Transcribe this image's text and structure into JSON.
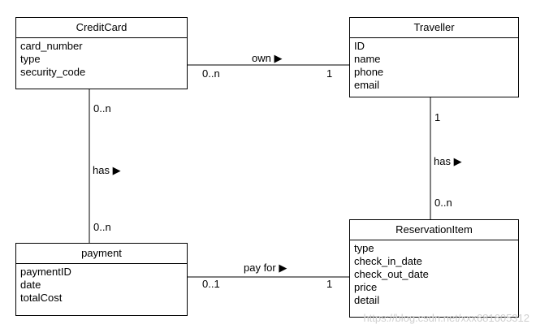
{
  "entities": {
    "creditcard": {
      "title": "CreditCard",
      "attributes": [
        "card_number",
        "type",
        "security_code"
      ]
    },
    "traveller": {
      "title": "Traveller",
      "attributes": [
        "ID",
        "name",
        "phone",
        "email"
      ]
    },
    "payment": {
      "title": "payment",
      "attributes": [
        "paymentID",
        "date",
        "totalCost"
      ]
    },
    "reservationitem": {
      "title": "ReservationItem",
      "attributes": [
        "type",
        "check_in_date",
        "check_out_date",
        "price",
        "detail"
      ]
    }
  },
  "relations": {
    "own": {
      "label": "own ▶",
      "left_mult": "0..n",
      "right_mult": "1"
    },
    "has_card": {
      "label": "has ▶",
      "top_mult": "0..n",
      "bottom_mult": "0..n"
    },
    "has_reservation": {
      "label": "has ▶",
      "top_mult": "1",
      "bottom_mult": "0..n"
    },
    "pay_for": {
      "label": "pay for ▶",
      "left_mult": "0..1",
      "right_mult": "1"
    }
  },
  "watermark": "https://blog.csdn.net/xxx681605312"
}
